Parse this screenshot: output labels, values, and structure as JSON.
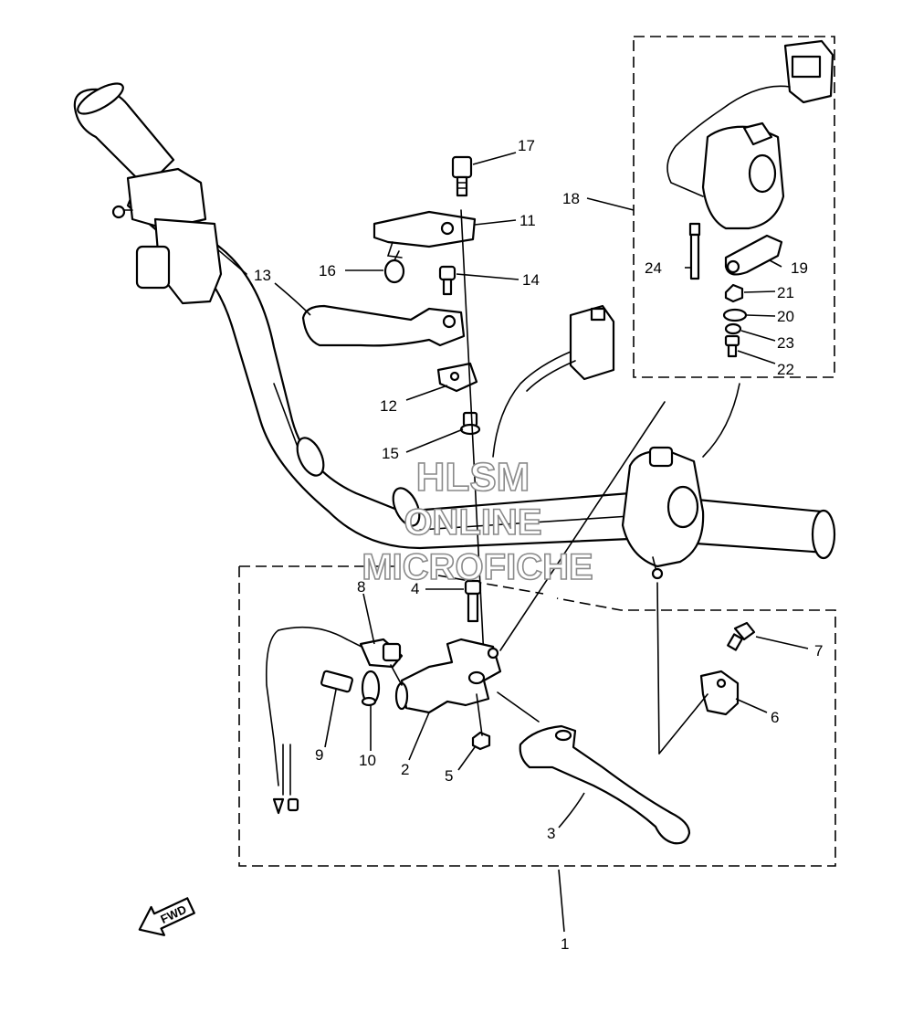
{
  "watermark": {
    "line1": "HLSM",
    "line2": "ONLINE",
    "line3": "MICROFICHE"
  },
  "direction_marker": {
    "label": "FWD",
    "icon": "fwd-arrow-icon"
  },
  "callouts": {
    "n1": "1",
    "n2": "2",
    "n3": "3",
    "n4": "4",
    "n5": "5",
    "n6": "6",
    "n7": "7",
    "n8": "8",
    "n9": "9",
    "n10": "10",
    "n11": "11",
    "n12": "12",
    "n13": "13",
    "n14": "14",
    "n15": "15",
    "n16": "16",
    "n17": "17",
    "n18": "18",
    "n19": "19",
    "n20": "20",
    "n21": "21",
    "n22": "22",
    "n23": "23",
    "n24": "24"
  }
}
